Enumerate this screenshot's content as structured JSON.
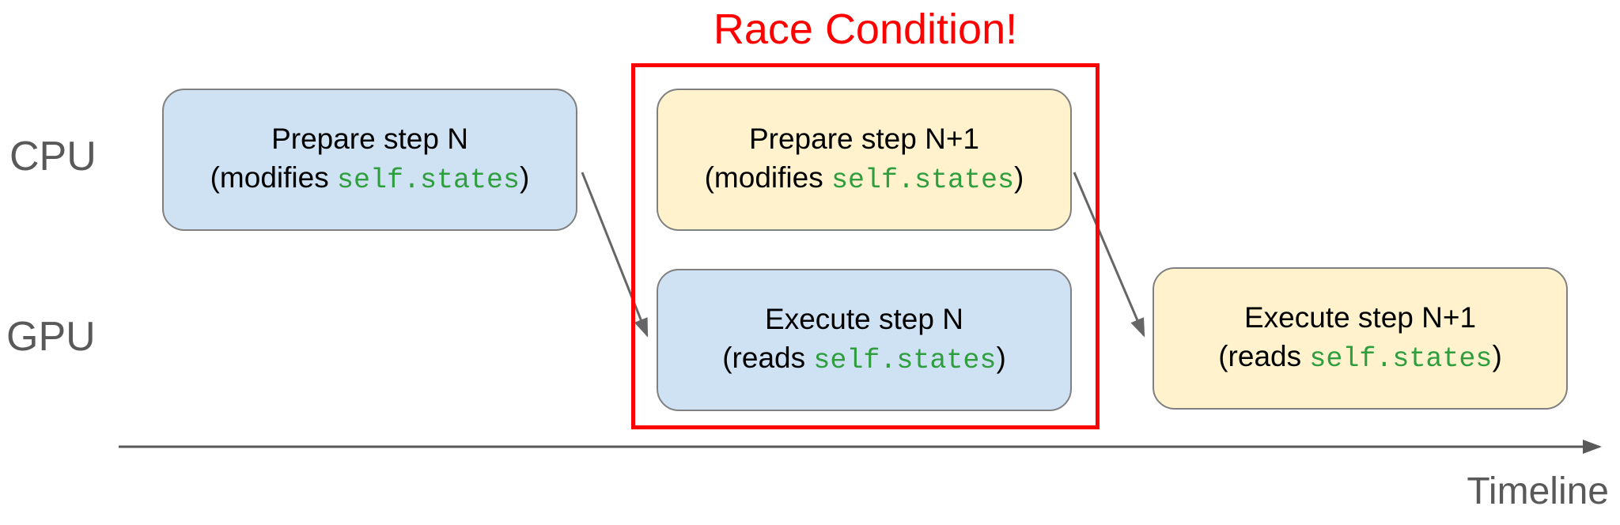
{
  "title": "Race Condition!",
  "lane_labels": {
    "cpu": "CPU",
    "gpu": "GPU"
  },
  "timeline": {
    "label": "Timeline"
  },
  "boxes": {
    "prepare_n": {
      "title": "Prepare step N",
      "sub_prefix": "(modifies ",
      "code": "self.states",
      "sub_suffix": ")"
    },
    "prepare_n1": {
      "title": "Prepare step N+1",
      "sub_prefix": "(modifies ",
      "code": "self.states",
      "sub_suffix": ")"
    },
    "execute_n": {
      "title": "Execute step N",
      "sub_prefix": "(reads ",
      "code": "self.states",
      "sub_suffix": ")"
    },
    "execute_n1": {
      "title": "Execute step N+1",
      "sub_prefix": "(reads ",
      "code": "self.states",
      "sub_suffix": ")"
    }
  },
  "colors": {
    "cpu_step_fill": "#cfe2f3",
    "next_step_fill": "#fff2cc",
    "box_border": "#808080",
    "race_outline": "#ff0000",
    "title_red": "#ff0000",
    "code_green": "#2e9e3e",
    "label_gray": "#595959",
    "arrow_gray": "#666666"
  }
}
